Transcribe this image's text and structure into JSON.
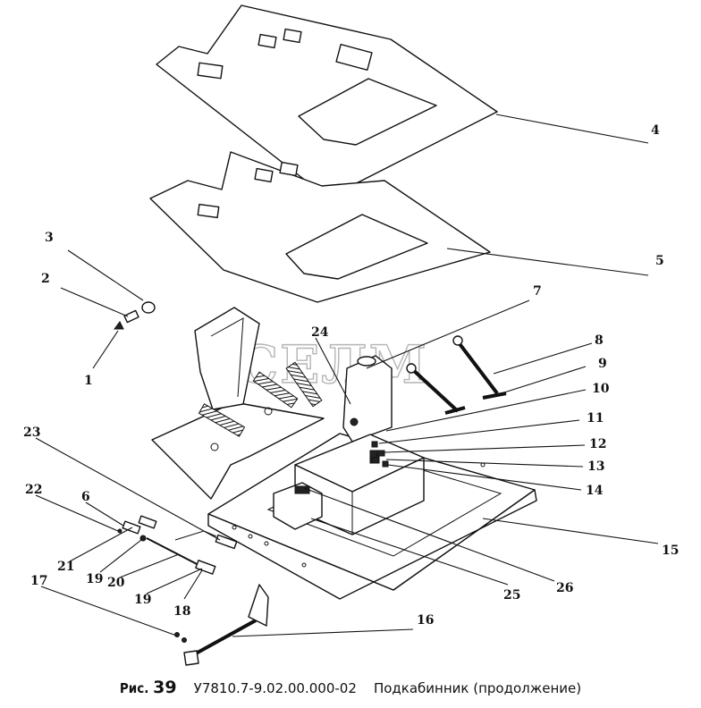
{
  "watermark": "СЕЛМ",
  "caption": {
    "fig_word": "Рис.",
    "fig_number": "39",
    "code": "У7810.7-9.02.00.000-02",
    "title": "Подкабинник (продолжение)"
  },
  "callouts": [
    "1",
    "2",
    "3",
    "4",
    "5",
    "6",
    "7",
    "8",
    "9",
    "10",
    "11",
    "12",
    "13",
    "14",
    "15",
    "16",
    "17",
    "18",
    "19",
    "19",
    "20",
    "21",
    "22",
    "23",
    "24",
    "25",
    "26"
  ]
}
